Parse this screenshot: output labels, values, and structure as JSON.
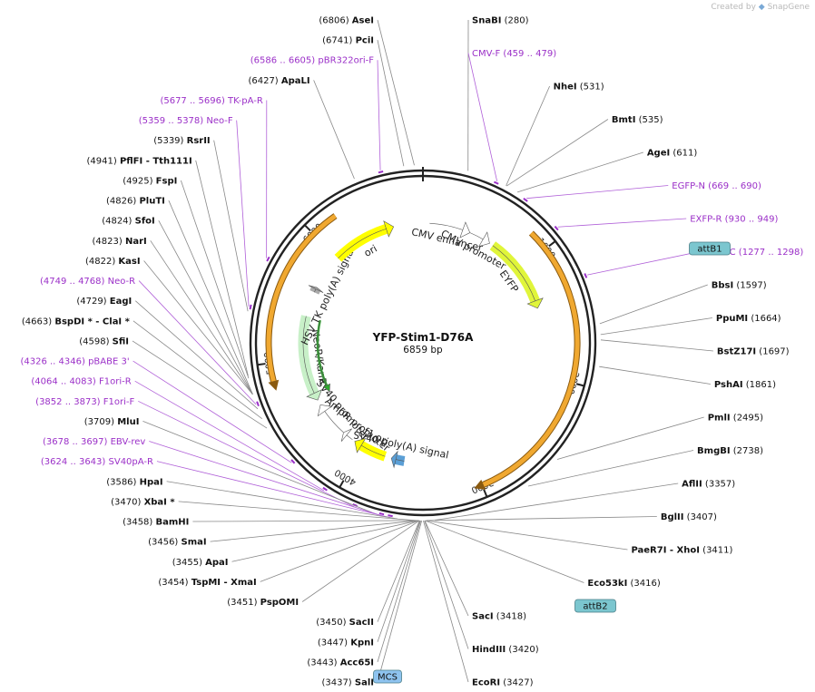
{
  "app": {
    "created_by": "Created by",
    "brand": "SnapGene"
  },
  "plasmid": {
    "name": "YFP-Stim1-D76A",
    "length": 6859,
    "length_label": "6859 bp"
  },
  "ticks": [
    {
      "pos": 1000,
      "label": "1000"
    },
    {
      "pos": 2000,
      "label": "2000"
    },
    {
      "pos": 3000,
      "label": "3000"
    },
    {
      "pos": 4000,
      "label": "4000"
    },
    {
      "pos": 5000,
      "label": "5000"
    },
    {
      "pos": 6000,
      "label": "6000"
    }
  ],
  "features": [
    {
      "name": "CMV enhancer",
      "start": 61,
      "end": 440,
      "direction": 1,
      "color": "#ffffff",
      "track": 1
    },
    {
      "name": "CMV promoter",
      "start": 441,
      "end": 644,
      "direction": 1,
      "color": "#ffffff",
      "track": 1
    },
    {
      "name": "EYFP",
      "start": 679,
      "end": 1395,
      "direction": 1,
      "color": "#e0f53a",
      "track": 1
    },
    {
      "name": "",
      "start": 850,
      "end": 3060,
      "direction": 1,
      "color": "#f0a830",
      "track": 0
    },
    {
      "name": "SV40 poly(A) signal",
      "start": 3600,
      "end": 3721,
      "direction": 1,
      "color": "#5b9fd6",
      "track": 1
    },
    {
      "name": "f1 ori",
      "start": 3780,
      "end": 4090,
      "direction": 1,
      "color": "#ffff00",
      "track": 1
    },
    {
      "name": "AmpR promoter",
      "start": 4115,
      "end": 4220,
      "direction": 1,
      "color": "#ffffff",
      "track": 1
    },
    {
      "name": "SV40 promoter",
      "start": 4220,
      "end": 4550,
      "direction": 1,
      "color": "#ffffff",
      "track": 1
    },
    {
      "name": "NeoR/KanR",
      "start": 4600,
      "end": 5390,
      "direction": -1,
      "color": "#c8f0c8",
      "track": 1
    },
    {
      "name": "",
      "start": 4620,
      "end": 5380,
      "direction": -1,
      "color": "#2ea82e",
      "track": 2
    },
    {
      "name": "HSV TK poly(A) signal",
      "start": 5620,
      "end": 5670,
      "direction": 1,
      "color": "#aaaaaa",
      "track": 1
    },
    {
      "name": "",
      "start": 4800,
      "end": 6200,
      "direction": -1,
      "color": "#f0a830",
      "track": 0
    },
    {
      "name": "ori",
      "start": 6000,
      "end": 6589,
      "direction": 1,
      "color": "#ffff00",
      "track": 1
    }
  ],
  "tags": [
    {
      "name": "attB1",
      "color": "#7bc6cf"
    },
    {
      "name": "attB2",
      "color": "#7bc6cf"
    },
    {
      "name": "MCS",
      "color": "#8ec3ef"
    }
  ],
  "sites": [
    {
      "name": "AseI",
      "pos": "(6806)",
      "bp": 6806,
      "kind": "enzyme",
      "mark": false
    },
    {
      "name": "PciI",
      "pos": "(6741)",
      "bp": 6741,
      "kind": "enzyme",
      "mark": false
    },
    {
      "name": "pBR322ori-F",
      "pos": "(6586 .. 6605)",
      "bp": 6595,
      "kind": "primer",
      "mark": true
    },
    {
      "name": "ApaLI",
      "pos": "(6427)",
      "bp": 6427,
      "kind": "enzyme",
      "mark": false
    },
    {
      "name": "SnaBI",
      "pos": "(280)",
      "bp": 280,
      "kind": "enzyme",
      "mark": false
    },
    {
      "name": "CMV-F",
      "pos": "(459 .. 479)",
      "bp": 469,
      "kind": "primer",
      "mark": true
    },
    {
      "name": "NheI",
      "pos": "(531)",
      "bp": 531,
      "kind": "enzyme",
      "mark": false
    },
    {
      "name": "BmtI",
      "pos": "(535)",
      "bp": 535,
      "kind": "enzyme",
      "mark": false
    },
    {
      "name": "AgeI",
      "pos": "(611)",
      "bp": 611,
      "kind": "enzyme",
      "mark": false
    },
    {
      "name": "EGFP-N",
      "pos": "(669 .. 690)",
      "bp": 679,
      "kind": "primer",
      "mark": true
    },
    {
      "name": "EXFP-R",
      "pos": "(930 .. 949)",
      "bp": 940,
      "kind": "primer",
      "mark": true
    },
    {
      "name": "EGFP-C",
      "pos": "(1277 .. 1298)",
      "bp": 1287,
      "kind": "primer",
      "mark": true
    },
    {
      "name": "BbsI",
      "pos": "(1597)",
      "bp": 1597,
      "kind": "enzyme",
      "mark": false
    },
    {
      "name": "PpuMI",
      "pos": "(1664)",
      "bp": 1664,
      "kind": "enzyme",
      "mark": false
    },
    {
      "name": "BstZ17I",
      "pos": "(1697)",
      "bp": 1697,
      "kind": "enzyme",
      "mark": false
    },
    {
      "name": "PshAI",
      "pos": "(1861)",
      "bp": 1861,
      "kind": "enzyme",
      "mark": false
    },
    {
      "name": "PmlI",
      "pos": "(2495)",
      "bp": 2495,
      "kind": "enzyme",
      "mark": false
    },
    {
      "name": "BmgBI",
      "pos": "(2738)",
      "bp": 2738,
      "kind": "enzyme",
      "mark": false
    },
    {
      "name": "AflII",
      "pos": "(3357)",
      "bp": 3357,
      "kind": "enzyme",
      "mark": false
    },
    {
      "name": "BglII",
      "pos": "(3407)",
      "bp": 3407,
      "kind": "enzyme",
      "mark": false
    },
    {
      "name": "XhoI",
      "pos": "(3411)",
      "bp": 3411,
      "kind": "enzyme",
      "mark": false,
      "prefix": "PaeR7I - "
    },
    {
      "name": "Eco53kI",
      "pos": "(3416)",
      "bp": 3416,
      "kind": "enzyme",
      "mark": false
    },
    {
      "name": "SacI",
      "pos": "(3418)",
      "bp": 3418,
      "kind": "enzyme",
      "mark": false
    },
    {
      "name": "HindIII",
      "pos": "(3420)",
      "bp": 3420,
      "kind": "enzyme",
      "mark": false
    },
    {
      "name": "EcoRI",
      "pos": "(3427)",
      "bp": 3427,
      "kind": "enzyme",
      "mark": false
    },
    {
      "name": "SalI",
      "pos": "(3437)",
      "bp": 3437,
      "kind": "enzyme",
      "mark": false
    },
    {
      "name": "Acc65I",
      "pos": "(3443)",
      "bp": 3443,
      "kind": "enzyme",
      "mark": false
    },
    {
      "name": "KpnI",
      "pos": "(3447)",
      "bp": 3447,
      "kind": "enzyme",
      "mark": false
    },
    {
      "name": "SacII",
      "pos": "(3450)",
      "bp": 3450,
      "kind": "enzyme",
      "mark": false
    },
    {
      "name": "PspOMI",
      "pos": "(3451)",
      "bp": 3451,
      "kind": "enzyme",
      "mark": false
    },
    {
      "name": "TspMI",
      "pos": "(3454)",
      "bp": 3454,
      "kind": "enzyme",
      "mark": false,
      "suffix": " - XmaI"
    },
    {
      "name": "ApaI",
      "pos": "(3455)",
      "bp": 3455,
      "kind": "enzyme",
      "mark": false
    },
    {
      "name": "SmaI",
      "pos": "(3456)",
      "bp": 3456,
      "kind": "enzyme",
      "mark": false
    },
    {
      "name": "BamHI",
      "pos": "(3458)",
      "bp": 3458,
      "kind": "enzyme",
      "mark": false
    },
    {
      "name": "XbaI *",
      "pos": "(3470)",
      "bp": 3470,
      "kind": "enzyme",
      "mark": false
    },
    {
      "name": "HpaI",
      "pos": "(3586)",
      "bp": 3586,
      "kind": "enzyme",
      "mark": false
    },
    {
      "name": "SV40pA-R",
      "pos": "(3624 .. 3643)",
      "bp": 3633,
      "kind": "primer",
      "mark": true
    },
    {
      "name": "EBV-rev",
      "pos": "(3678 .. 3697)",
      "bp": 3688,
      "kind": "primer",
      "mark": true
    },
    {
      "name": "MluI",
      "pos": "(3709)",
      "bp": 3709,
      "kind": "enzyme",
      "mark": false
    },
    {
      "name": "F1ori-F",
      "pos": "(3852 .. 3873)",
      "bp": 3862,
      "kind": "primer",
      "mark": true
    },
    {
      "name": "F1ori-R",
      "pos": "(4064 .. 4083)",
      "bp": 4073,
      "kind": "primer",
      "mark": true
    },
    {
      "name": "pBABE 3'",
      "pos": "(4326 .. 4346)",
      "bp": 4336,
      "kind": "primer",
      "mark": true
    },
    {
      "name": "SfiI",
      "pos": "(4598)",
      "bp": 4598,
      "kind": "enzyme",
      "mark": false
    },
    {
      "name": "BspDI * - ClaI *",
      "pos": "(4663)",
      "bp": 4663,
      "kind": "enzyme",
      "mark": false
    },
    {
      "name": "EagI",
      "pos": "(4729)",
      "bp": 4729,
      "kind": "enzyme",
      "mark": false
    },
    {
      "name": "Neo-R",
      "pos": "(4749 .. 4768)",
      "bp": 4758,
      "kind": "primer",
      "mark": true
    },
    {
      "name": "KasI",
      "pos": "(4822)",
      "bp": 4822,
      "kind": "enzyme",
      "mark": false
    },
    {
      "name": "NarI",
      "pos": "(4823)",
      "bp": 4823,
      "kind": "enzyme",
      "mark": false
    },
    {
      "name": "SfoI",
      "pos": "(4824)",
      "bp": 4824,
      "kind": "enzyme",
      "mark": false
    },
    {
      "name": "PluTI",
      "pos": "(4826)",
      "bp": 4826,
      "kind": "enzyme",
      "mark": false
    },
    {
      "name": "FspI",
      "pos": "(4925)",
      "bp": 4925,
      "kind": "enzyme",
      "mark": false
    },
    {
      "name": "PflFI",
      "pos": "(4941)",
      "bp": 4941,
      "kind": "enzyme",
      "mark": false,
      "suffix": " - Tth111I"
    },
    {
      "name": "RsrII",
      "pos": "(5339)",
      "bp": 5339,
      "kind": "enzyme",
      "mark": false
    },
    {
      "name": "Neo-F",
      "pos": "(5359 .. 5378)",
      "bp": 5368,
      "kind": "primer",
      "mark": true
    },
    {
      "name": "TK-pA-R",
      "pos": "(5677 .. 5696)",
      "bp": 5686,
      "kind": "primer",
      "mark": true
    }
  ]
}
